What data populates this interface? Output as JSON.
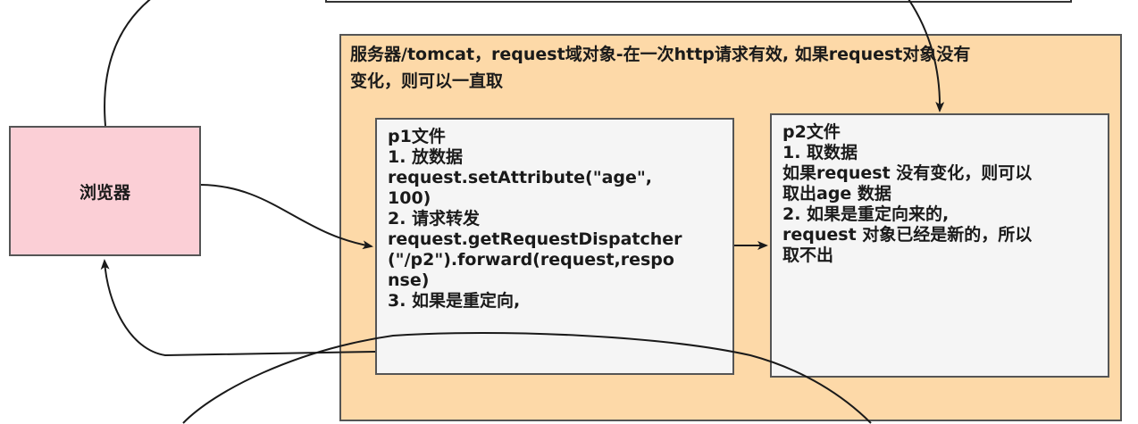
{
  "server": {
    "title_line1": "服务器/tomcat，request域对象-在一次http请求有效, 如果request对象没有",
    "title_line2": "变化，则可以一直取"
  },
  "browser": {
    "label": "浏览器"
  },
  "p1": {
    "lines": [
      "p1文件",
      "1. 放数据",
      "request.setAttribute(\"age\",",
      "100)",
      "2. 请求转发",
      "request.getRequestDispatcher",
      "(\"/p2\").forward(request,respo",
      "nse)",
      "3. 如果是重定向,"
    ]
  },
  "p2": {
    "lines": [
      "p2文件",
      "1. 取数据",
      "如果request 没有变化，则可以",
      "取出age 数据",
      "2. 如果是重定向来的,",
      "request 对象已经是新的，所以",
      "取不出"
    ]
  },
  "colors": {
    "server_fill": "#fdd9a8",
    "browser_fill": "#fbcfd6",
    "file_fill": "#f5f5f5",
    "stroke": "#1a1a1a"
  }
}
